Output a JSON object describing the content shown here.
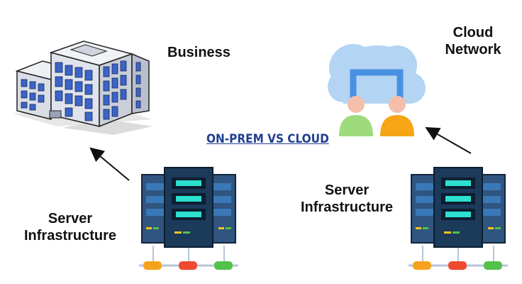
{
  "title": "ON-PREM VS CLOUD",
  "labels": {
    "business": "Business",
    "cloud_line1": "Cloud",
    "cloud_line2": "Network",
    "server_left_line1": "Server",
    "server_left_line2": "Infrastructure",
    "server_right_line1": "Server",
    "server_right_line2": "Infrastructure"
  },
  "icons": {
    "building": "building-icon",
    "cloud": "cloud-network-icon",
    "server_left": "server-rack-icon",
    "server_right": "server-rack-icon"
  },
  "colors": {
    "title": "#1f3f8f",
    "building_windows": "#3a64c8",
    "cloud": "#b3d4f2",
    "server_body": "#1c3a5a",
    "server_slot": "#2de0d0",
    "connector_orange": "#f7a21c",
    "connector_red": "#ef4a30",
    "connector_green": "#52c24a"
  }
}
